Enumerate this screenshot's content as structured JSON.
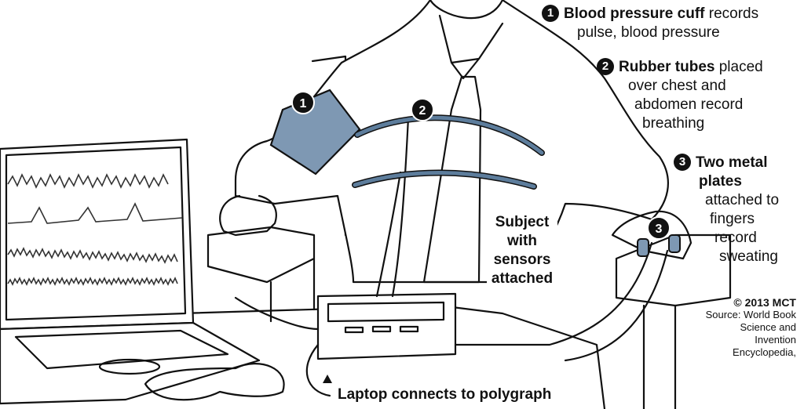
{
  "labels": {
    "cuff": {
      "num": "1",
      "bold": "Blood pressure cuff",
      "rest1": "records",
      "rest2": "pulse, blood pressure"
    },
    "tubes": {
      "num": "2",
      "bold": "Rubber tubes",
      "rest1": "placed",
      "rest2": "over chest and",
      "rest3": "abdomen record",
      "rest4": "breathing"
    },
    "plates": {
      "num": "3",
      "bold1": "Two metal",
      "bold2": "plates",
      "rest1": "attached to",
      "rest2": "fingers",
      "rest3": "record",
      "rest4": "sweating"
    },
    "subject": {
      "line1": "Subject",
      "line2": "with",
      "line3": "sensors",
      "line4": "attached"
    },
    "laptop": "Laptop connects to polygraph",
    "markers": [
      "1",
      "2",
      "3"
    ]
  },
  "credit": {
    "copyright": "© 2013 MCT",
    "line1": "Source: World Book",
    "line2": "Science and",
    "line3": "Invention",
    "line4": "Encyclopedia,"
  },
  "colors": {
    "cuff": "#7e98b3",
    "tube": "#5d7d9c",
    "ink": "#111111"
  }
}
